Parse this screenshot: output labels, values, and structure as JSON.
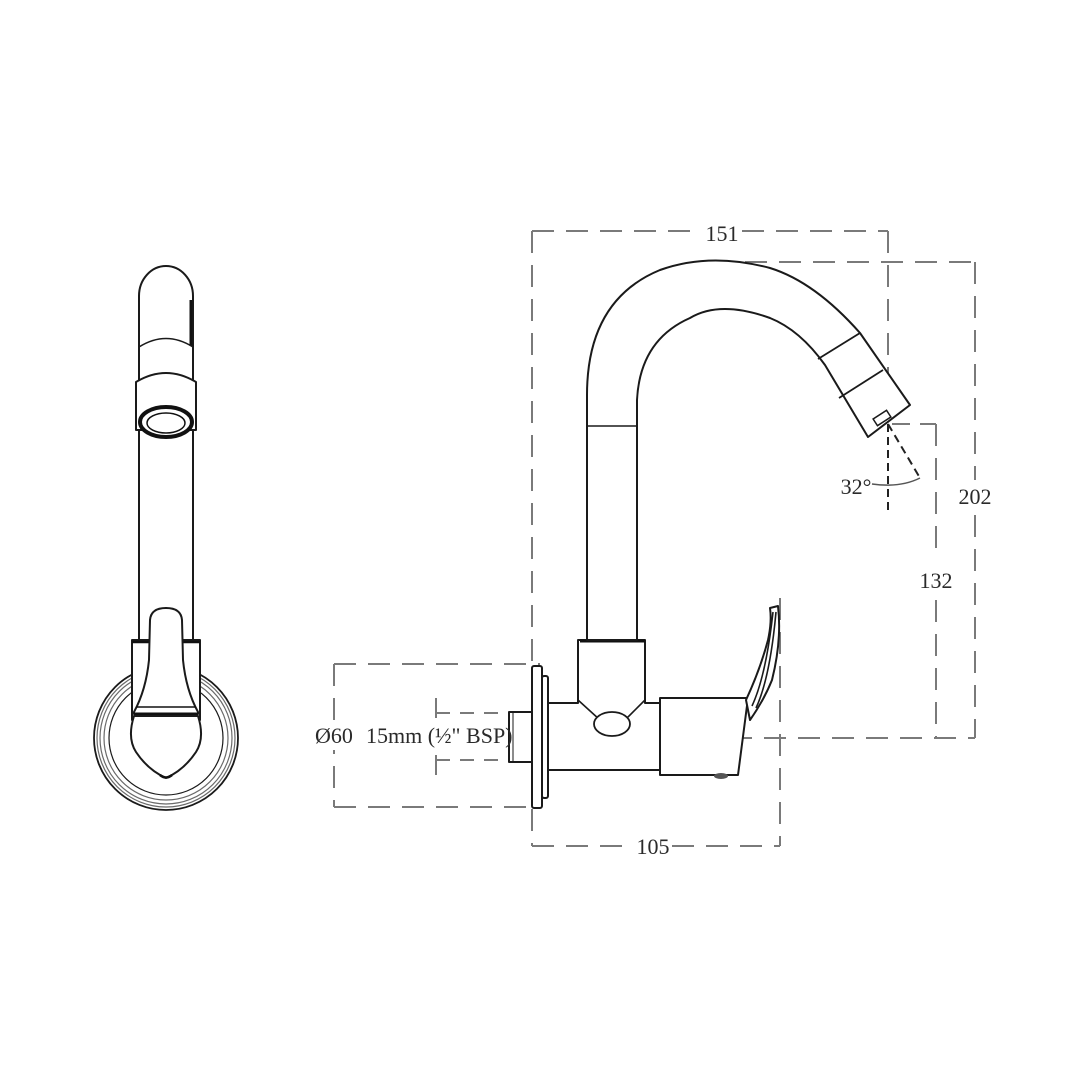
{
  "drawing": {
    "title": "Wall-mounted sink faucet with swivel spout - technical drawing",
    "views": [
      "front-view",
      "side-view"
    ],
    "dimensions": {
      "overall_reach": "151",
      "overall_height": "202",
      "spout_outlet_height": "132",
      "wall_to_handle_depth": "105",
      "flange_diameter": "Ø60",
      "inlet_connection": "15mm (½\" BSP)",
      "inlet_connection_prefix": "15mm (",
      "inlet_fraction": "½",
      "inlet_connection_suffix": "\" BSP)",
      "spray_angle": "32°"
    },
    "units": "mm",
    "colors": {
      "outline": "#1a1a1a",
      "dimension_line": "#7a7a7a",
      "background": "#ffffff"
    }
  }
}
